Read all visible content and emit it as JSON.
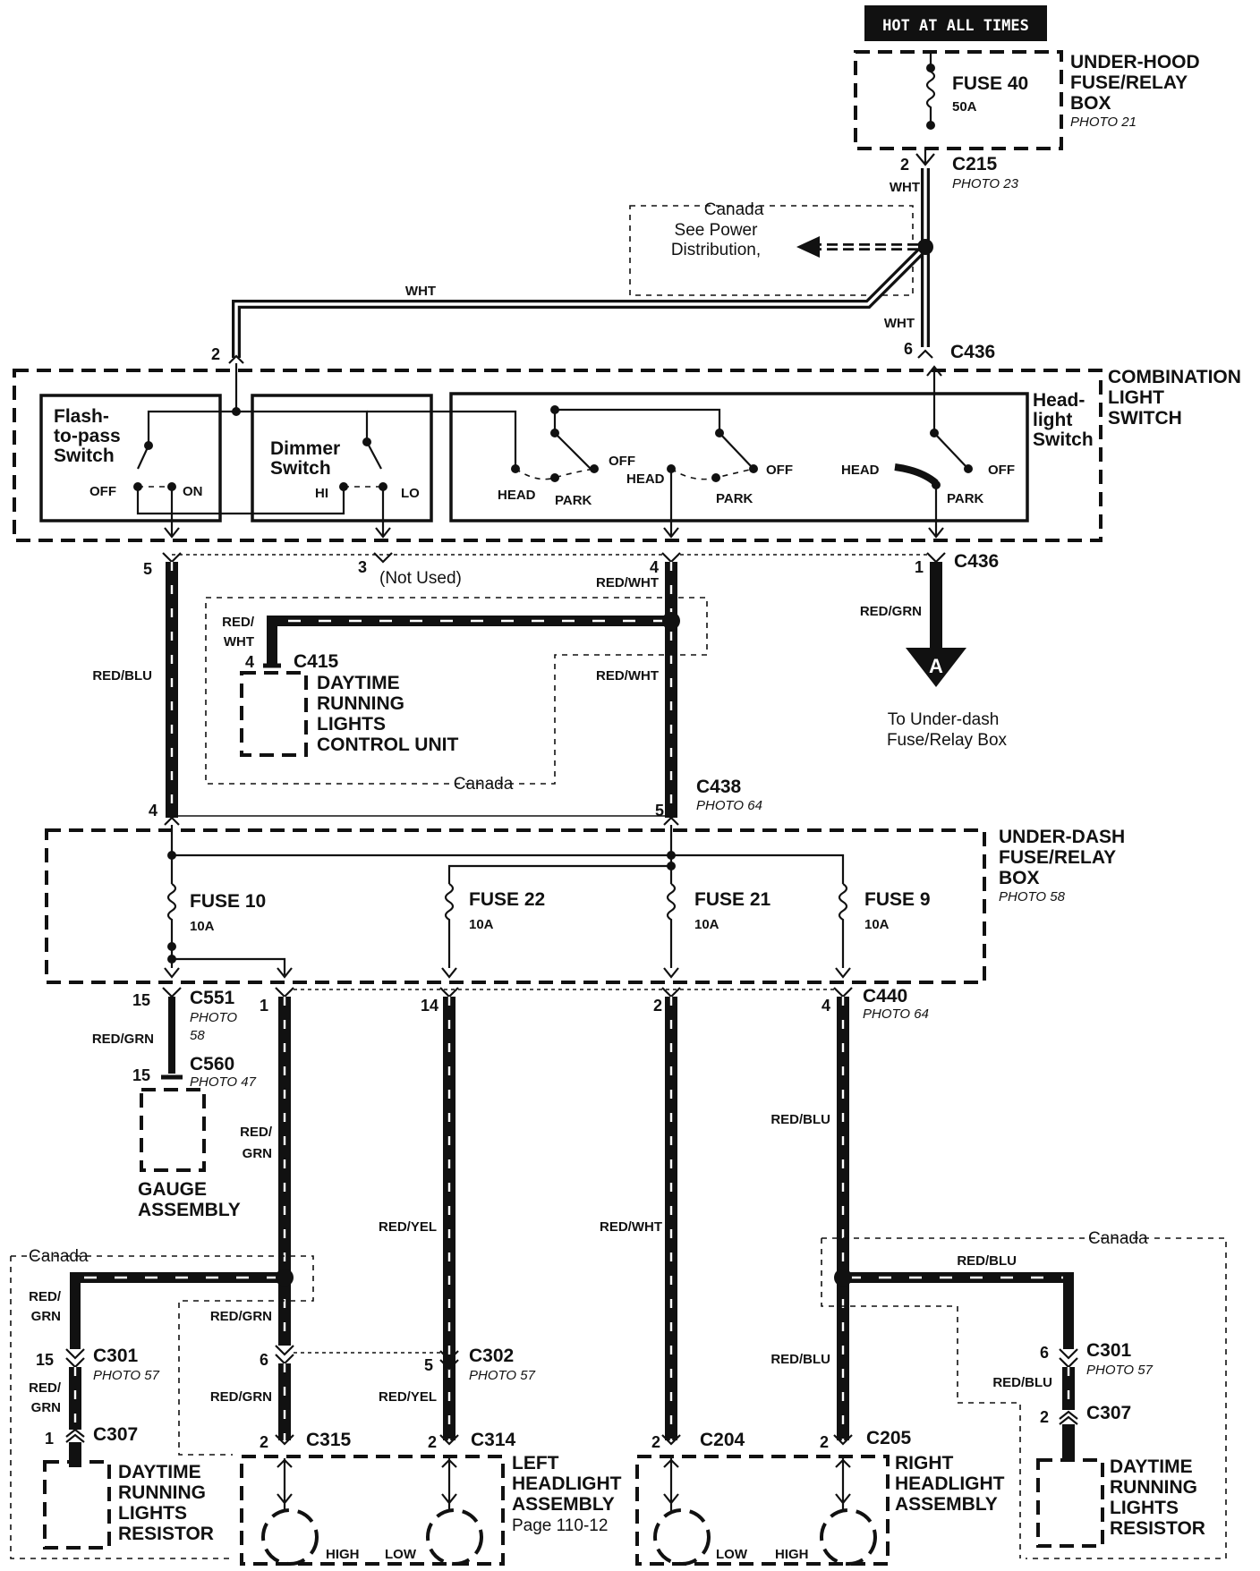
{
  "labels": {
    "hot": "HOT AT ALL TIMES",
    "underhood_1": "UNDER-HOOD",
    "underhood_2": "FUSE/RELAY",
    "underhood_3": "BOX",
    "underhood_photo": "PHOTO 21",
    "fuse40": "FUSE 40",
    "fuse40_amp": "50A",
    "c215": "C215",
    "c215_photo": "PHOTO 23",
    "pin2_c215": "2",
    "wht_1": "WHT",
    "canada_pd_1": "Canada",
    "canada_pd_2": "See Power",
    "canada_pd_3": "Distribution,",
    "wht_2": "WHT",
    "wht_3": "WHT",
    "pin2_top": "2",
    "pin6_top": "6",
    "c436_top": "C436",
    "cls_1": "COMBINATION",
    "cls_2": "LIGHT",
    "cls_3": "SWITCH",
    "ftp_1": "Flash-",
    "ftp_2": "to-pass",
    "ftp_3": "Switch",
    "ftp_off": "OFF",
    "ftp_on": "ON",
    "dim_1": "Dimmer",
    "dim_2": "Switch",
    "dim_hi": "HI",
    "dim_lo": "LO",
    "hl_1": "Head-",
    "hl_2": "light",
    "hl_3": "Switch",
    "head_1": "HEAD",
    "park_1": "PARK",
    "off_1": "OFF",
    "head_2": "HEAD",
    "park_2": "PARK",
    "off_2": "OFF",
    "head_3": "HEAD",
    "park_3": "PARK",
    "off_3": "OFF",
    "pin5_bot": "5",
    "pin3_bot": "3",
    "not_used": "(Not Used)",
    "pin4_bot": "4",
    "pin1_bot": "1",
    "c436_bot": "C436",
    "red_wht_1": "RED/WHT",
    "red_grn_a": "RED/GRN",
    "red_blu_1": "RED/BLU",
    "red_wht_2a": "RED/",
    "red_wht_2b": "WHT",
    "pin4_c415": "4",
    "c415": "C415",
    "drl_1": "DAYTIME",
    "drl_2": "RUNNING",
    "drl_3": "LIGHTS",
    "drl_4": "CONTROL UNIT",
    "red_wht_3": "RED/WHT",
    "canada_drl": "Canada",
    "arrow_a": "A",
    "to_ud_1": "To Under-dash",
    "to_ud_2": "Fuse/Relay Box",
    "pin4_c438": "4",
    "pin5_c438": "5",
    "c438": "C438",
    "c438_photo": "PHOTO 64",
    "ud_1": "UNDER-DASH",
    "ud_2": "FUSE/RELAY",
    "ud_3": "BOX",
    "ud_photo": "PHOTO 58",
    "fuse10": "FUSE 10",
    "fuse10_amp": "10A",
    "fuse22": "FUSE 22",
    "fuse22_amp": "10A",
    "fuse21": "FUSE 21",
    "fuse21_amp": "10A",
    "fuse9": "FUSE 9",
    "fuse9_amp": "10A",
    "pin15_c551": "15",
    "c551": "C551",
    "c551_photo_1": "PHOTO",
    "c551_photo_2": "58",
    "pin1_c440": "1",
    "pin14_c440": "14",
    "pin2_c440": "2",
    "pin4_c440": "4",
    "c440": "C440",
    "c440_photo": "PHOTO 64",
    "red_grn_b": "RED/GRN",
    "pin15_c560": "15",
    "c560": "C560",
    "c560_photo": "PHOTO 47",
    "gauge_1": "GAUGE",
    "gauge_2": "ASSEMBLY",
    "red_grn_c1": "RED/",
    "red_grn_c2": "GRN",
    "red_yel_1": "RED/YEL",
    "red_wht_4": "RED/WHT",
    "red_blu_2": "RED/BLU",
    "canada_l": "Canada",
    "canada_r": "Canada",
    "red_grn_d1": "RED/",
    "red_grn_d2": "GRN",
    "red_grn_e": "RED/GRN",
    "red_blu_3": "RED/BLU",
    "pin15_c301l": "15",
    "c301_l": "C301",
    "c301_l_photo": "PHOTO 57",
    "red_grn_f1": "RED/",
    "red_grn_f2": "GRN",
    "pin1_c307l": "1",
    "c307_l": "C307",
    "pin6_c302": "6",
    "pin5_c302": "5",
    "c302": "C302",
    "c302_photo": "PHOTO 57",
    "red_grn_g": "RED/GRN",
    "red_yel_2": "RED/YEL",
    "red_blu_4": "RED/BLU",
    "pin6_c301r": "6",
    "c301_r": "C301",
    "c301_r_photo": "PHOTO 57",
    "red_blu_5": "RED/BLU",
    "pin2_c307r": "2",
    "c307_r": "C307",
    "pin2_c315": "2",
    "c315": "C315",
    "pin2_c314": "2",
    "c314": "C314",
    "pin2_c204": "2",
    "c204": "C204",
    "pin2_c205": "2",
    "c205": "C205",
    "drr_l_1": "DAYTIME",
    "drr_l_2": "RUNNING",
    "drr_l_3": "LIGHTS",
    "drr_l_4": "RESISTOR",
    "lh_1": "LEFT",
    "lh_2": "HEADLIGHT",
    "lh_3": "ASSEMBLY",
    "lh_page": "Page 110-12",
    "lh_high": "HIGH",
    "lh_low": "LOW",
    "rh_1": "RIGHT",
    "rh_2": "HEADLIGHT",
    "rh_3": "ASSEMBLY",
    "rh_low": "LOW",
    "rh_high": "HIGH",
    "drr_r_1": "DAYTIME",
    "drr_r_2": "RUNNING",
    "drr_r_3": "LIGHTS",
    "drr_r_4": "RESISTOR"
  }
}
